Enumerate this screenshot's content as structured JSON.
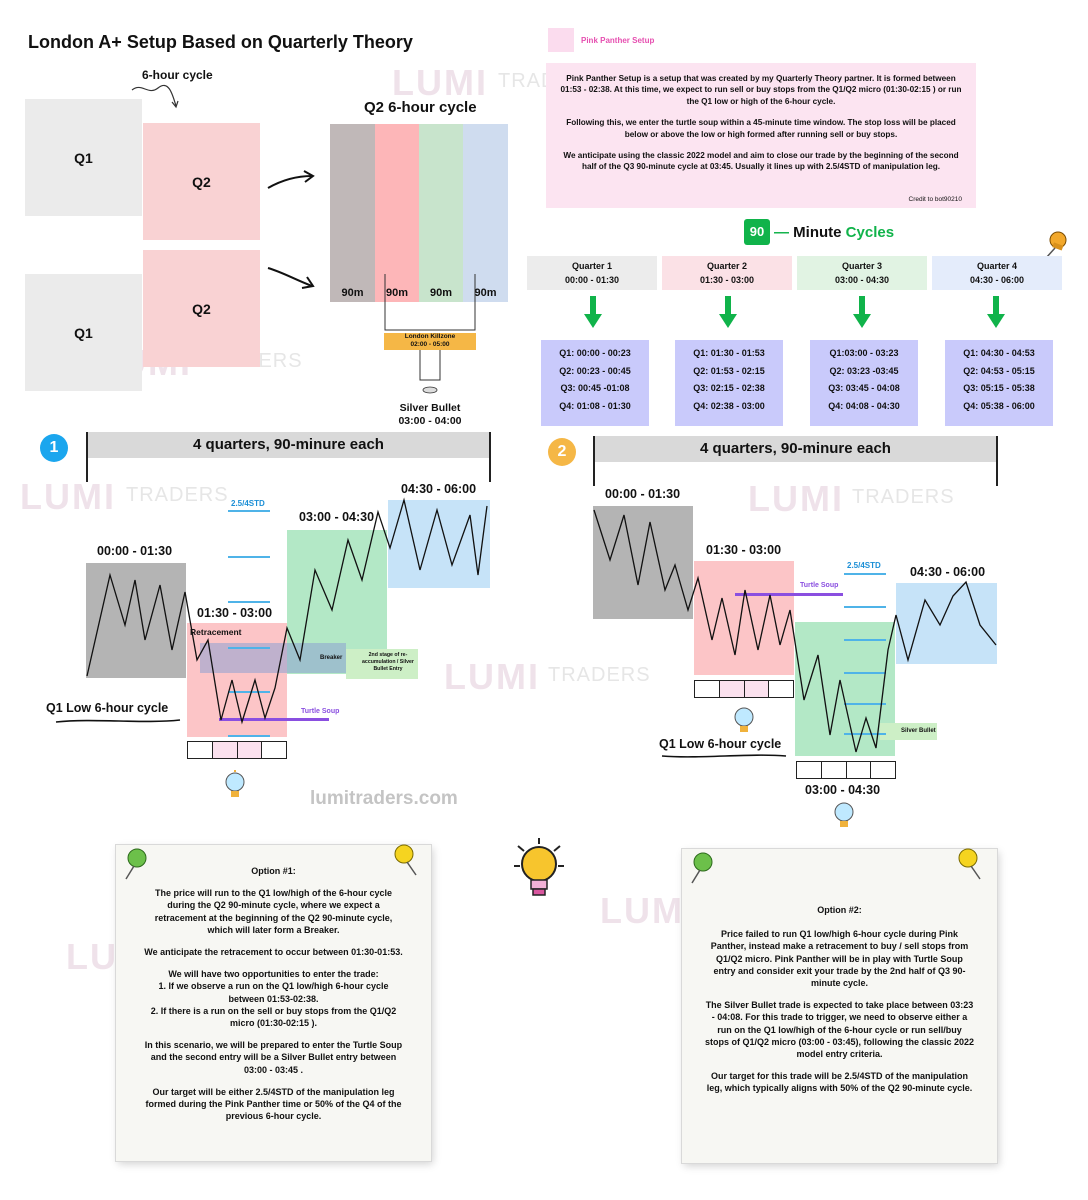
{
  "title": "London A+ Setup Based on Quarterly Theory",
  "watermark": {
    "lumi": "LUMI",
    "traders": "TRADERS",
    "site": "lumitraders.com"
  },
  "cycle_diagram": {
    "six_hour_label": "6-hour cycle",
    "q1": "Q1",
    "q2": "Q2",
    "q2_cycle_title": "Q2 6-hour cycle",
    "col_labels": [
      "90m",
      "90m",
      "90m",
      "90m"
    ],
    "col_colors": [
      "#c0b8b8",
      "#fdb6b8",
      "#c8e4cc",
      "#cfdcef"
    ],
    "killzone_title": "London Killzone",
    "killzone_time": "02:00 - 05:00",
    "silver_bullet_title": "Silver Bullet",
    "silver_bullet_time": "03:00 - 04:00"
  },
  "pink_panther": {
    "legend": "Pink Panther Setup",
    "p1": "Pink Panther Setup is a setup that was created by my Quarterly Theory partner. It is formed between 01:53 - 02:38. At this time, we expect to run sell or buy stops from the Q1/Q2 micro (01:30-02:15 ) or run the Q1 low or high of the 6-hour cycle.",
    "p2": "Following this, we enter the turtle soup within a 45-minute time window. The stop loss will be placed below or above the low or high formed after running sell or buy stops.",
    "p3": "We anticipate using the classic 2022 model and aim to close our trade by the beginning of the second half of the Q3 90-minute cycle at 03:45. Usually it lines up with 2.5/4STD of manipulation leg.",
    "credit": "Credit to bot90210"
  },
  "minute_cycles": {
    "num": "90",
    "dash": "—",
    "minute": "Minute",
    "cycles": "Cycles",
    "quarters": [
      {
        "name": "Quarter  1",
        "time": "00:00 - 01:30",
        "color": "#ececec",
        "items": [
          "Q1: 00:00 - 00:23",
          "Q2: 00:23 - 00:45",
          "Q3: 00:45 -01:08",
          "Q4: 01:08 - 01:30"
        ]
      },
      {
        "name": "Quarter  2",
        "time": "01:30 - 03:00",
        "color": "#fbe1e6",
        "items": [
          "Q1: 01:30 - 01:53",
          "Q2: 01:53 - 02:15",
          "Q3: 02:15 - 02:38",
          "Q4: 02:38 - 03:00"
        ]
      },
      {
        "name": "Quarter  3",
        "time": "03:00 - 04:30",
        "color": "#e1f3e3",
        "items": [
          "Q1:03:00 - 03:23",
          "Q2: 03:23 -03:45",
          "Q3: 03:45 - 04:08",
          "Q4: 04:08 - 04:30"
        ]
      },
      {
        "name": "Quarter  4",
        "time": "04:30 - 06:00",
        "color": "#e4ecfb",
        "items": [
          "Q1: 04:30 - 04:53",
          "Q2: 04:53 - 05:15",
          "Q3: 05:15 - 05:38",
          "Q4: 05:38 - 06:00"
        ]
      }
    ]
  },
  "option1_chart": {
    "badge": "1",
    "header": "4 quarters, 90-minure each",
    "times": [
      "00:00 - 01:30",
      "01:30 - 03:00",
      "03:00 - 04:30",
      "04:30 - 06:00"
    ],
    "std": "2.5/4STD",
    "retracement": "Retracement",
    "breaker": "Breaker",
    "second_stage": "2nd stage of re-accumulation / Silver Bullet Entry",
    "turtle_soup": "Turtle Soup",
    "q1_low": "Q1 Low 6-hour cycle"
  },
  "option2_chart": {
    "badge": "2",
    "header": "4 quarters, 90-minure each",
    "times": [
      "00:00 - 01:30",
      "01:30 - 03:00",
      "03:00 - 04:30",
      "04:30 - 06:00"
    ],
    "std": "2.5/4STD",
    "turtle_soup": "Turtle Soup",
    "silver_bullet": "Silver Bullet",
    "q1_low": "Q1 Low 6-hour cycle"
  },
  "option1_note": {
    "title": "Option #1:",
    "p1": "The price will run to the Q1 low/high of the 6-hour cycle during the Q2 90-minute cycle, where we expect a retracement at the beginning of the Q2 90-minute cycle, which will later form a Breaker.",
    "p2": "We anticipate the retracement to occur between 01:30-01:53.",
    "p3a": "We will have two opportunities to enter the trade:",
    "p3b": "1. If we observe a run on the Q1 low/high 6-hour cycle between 01:53-02:38.",
    "p3c": "2. If there is a run on the sell or buy stops from the Q1/Q2 micro (01:30-02:15 ).",
    "p4": "In this scenario, we will be prepared to enter the Turtle Soup and the second entry will be a Silver Bullet entry between 03:00 - 03:45 .",
    "p5": "Our target will be either 2.5/4STD of the manipulation leg formed during the Pink Panther time or 50% of the Q4 of the previous 6-hour cycle."
  },
  "option2_note": {
    "title": "Option #2:",
    "p1": "Price failed to run Q1 low/high 6-hour cycle during Pink Panther, instead make a retracement to buy / sell stops from Q1/Q2 micro. Pink Panther will be in play with Turtle Soup entry and consider exit your trade by the 2nd half of Q3 90-minute cycle.",
    "p2": "The Silver Bullet trade is expected to take place between 03:23 - 04:08. For this trade to trigger, we need to observe either a run on the Q1 low/high of the 6-hour cycle or run sell/buy stops of Q1/Q2 micro (03:00 - 03:45), following the classic 2022 model entry criteria.",
    "p3": "Our target for this trade will be 2.5/4STD of the manipulation leg, which typically aligns with 50% of the Q2 90-minute cycle."
  },
  "icons": [
    "pushpin-icon",
    "lightbulb-icon",
    "down-arrow-icon"
  ]
}
